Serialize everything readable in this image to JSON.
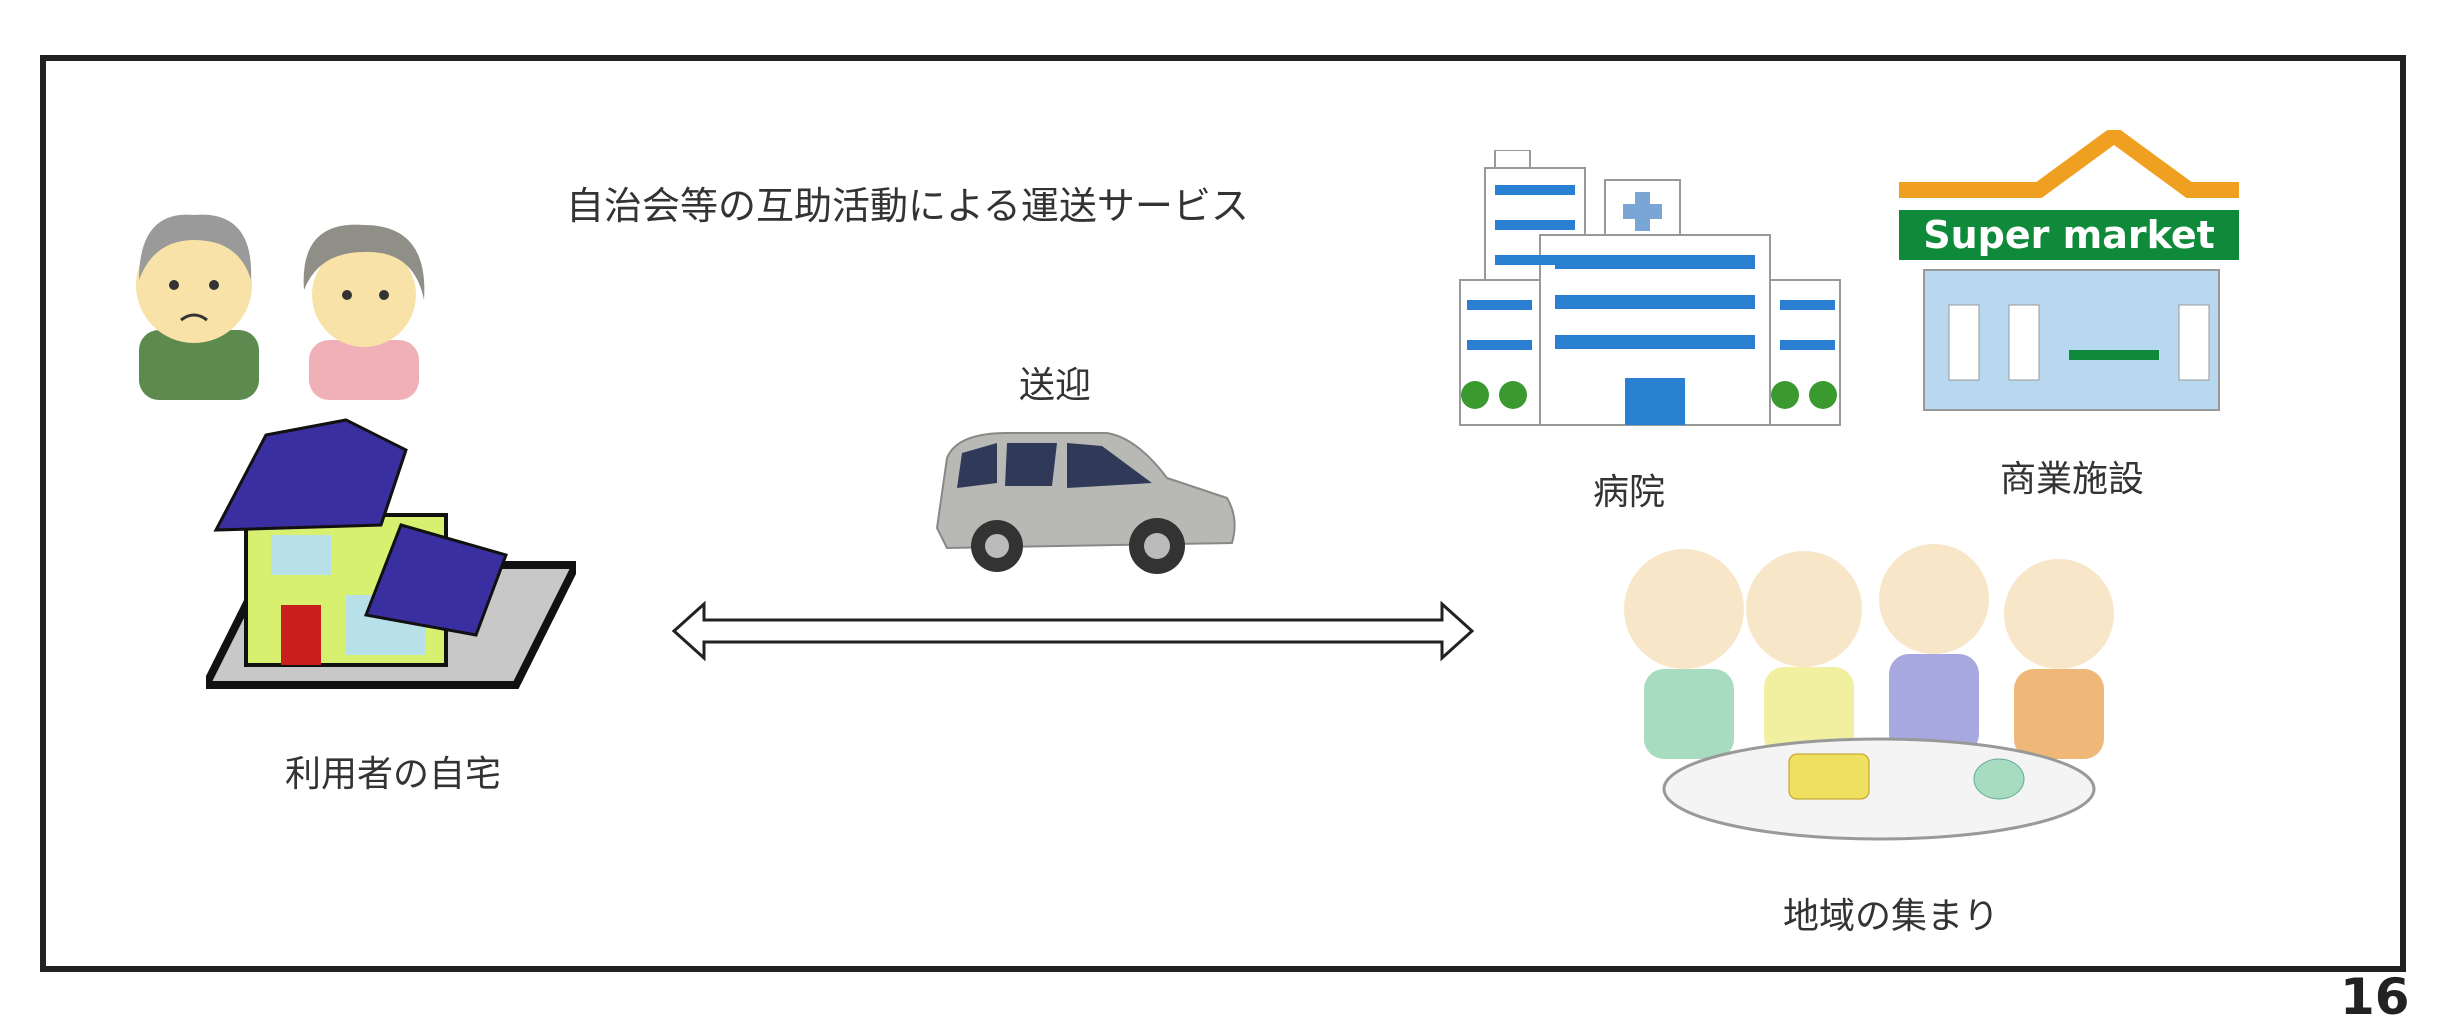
{
  "title": "自治会等の互助活動による運送サービス",
  "labels": {
    "home": "利用者の自宅",
    "transport": "送迎",
    "hospital": "病院",
    "commercial": "商業施設",
    "community": "地域の集まり"
  },
  "supermarket_sign": "Super market",
  "page_number": "16",
  "colors": {
    "roof": "#3a2fa0",
    "sign_green": "#0f8a3a",
    "roof_orange": "#f0a020",
    "hospital_blue": "#2a80d0"
  }
}
